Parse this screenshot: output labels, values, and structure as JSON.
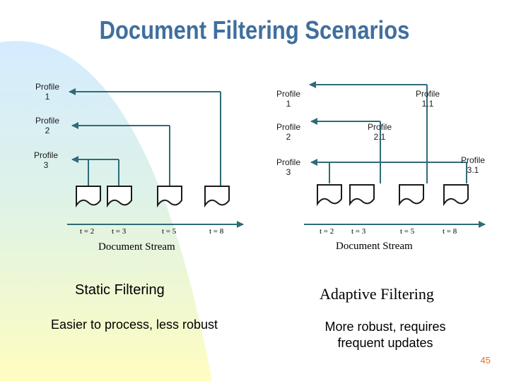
{
  "title": "Document Filtering Scenarios",
  "static": {
    "profiles": [
      {
        "line1": "Profile",
        "line2": "1"
      },
      {
        "line1": "Profile",
        "line2": "2"
      },
      {
        "line1": "Profile",
        "line2": "3"
      }
    ],
    "times": [
      "t = 2",
      "t = 3",
      "t = 5",
      "t = 8"
    ],
    "stream_label": "Document Stream",
    "heading": "Static Filtering",
    "description": "Easier to process, less robust"
  },
  "adaptive": {
    "profiles": [
      {
        "line1": "Profile",
        "line2": "1"
      },
      {
        "line1": "Profile",
        "line2": "1.1"
      },
      {
        "line1": "Profile",
        "line2": "2"
      },
      {
        "line1": "Profile",
        "line2": "2.1"
      },
      {
        "line1": "Profile",
        "line2": "3"
      },
      {
        "line1": "Profile",
        "line2": "3.1"
      }
    ],
    "times": [
      "t = 2",
      "t = 3",
      "t = 5",
      "t = 8"
    ],
    "stream_label": "Document Stream",
    "heading": "Adaptive Filtering",
    "description_line1": "More robust, requires",
    "description_line2": "frequent updates"
  },
  "page_number": "45",
  "colors": {
    "title": "#3f6f9e",
    "lines": "#2f6b78",
    "page_number": "#e07020"
  }
}
